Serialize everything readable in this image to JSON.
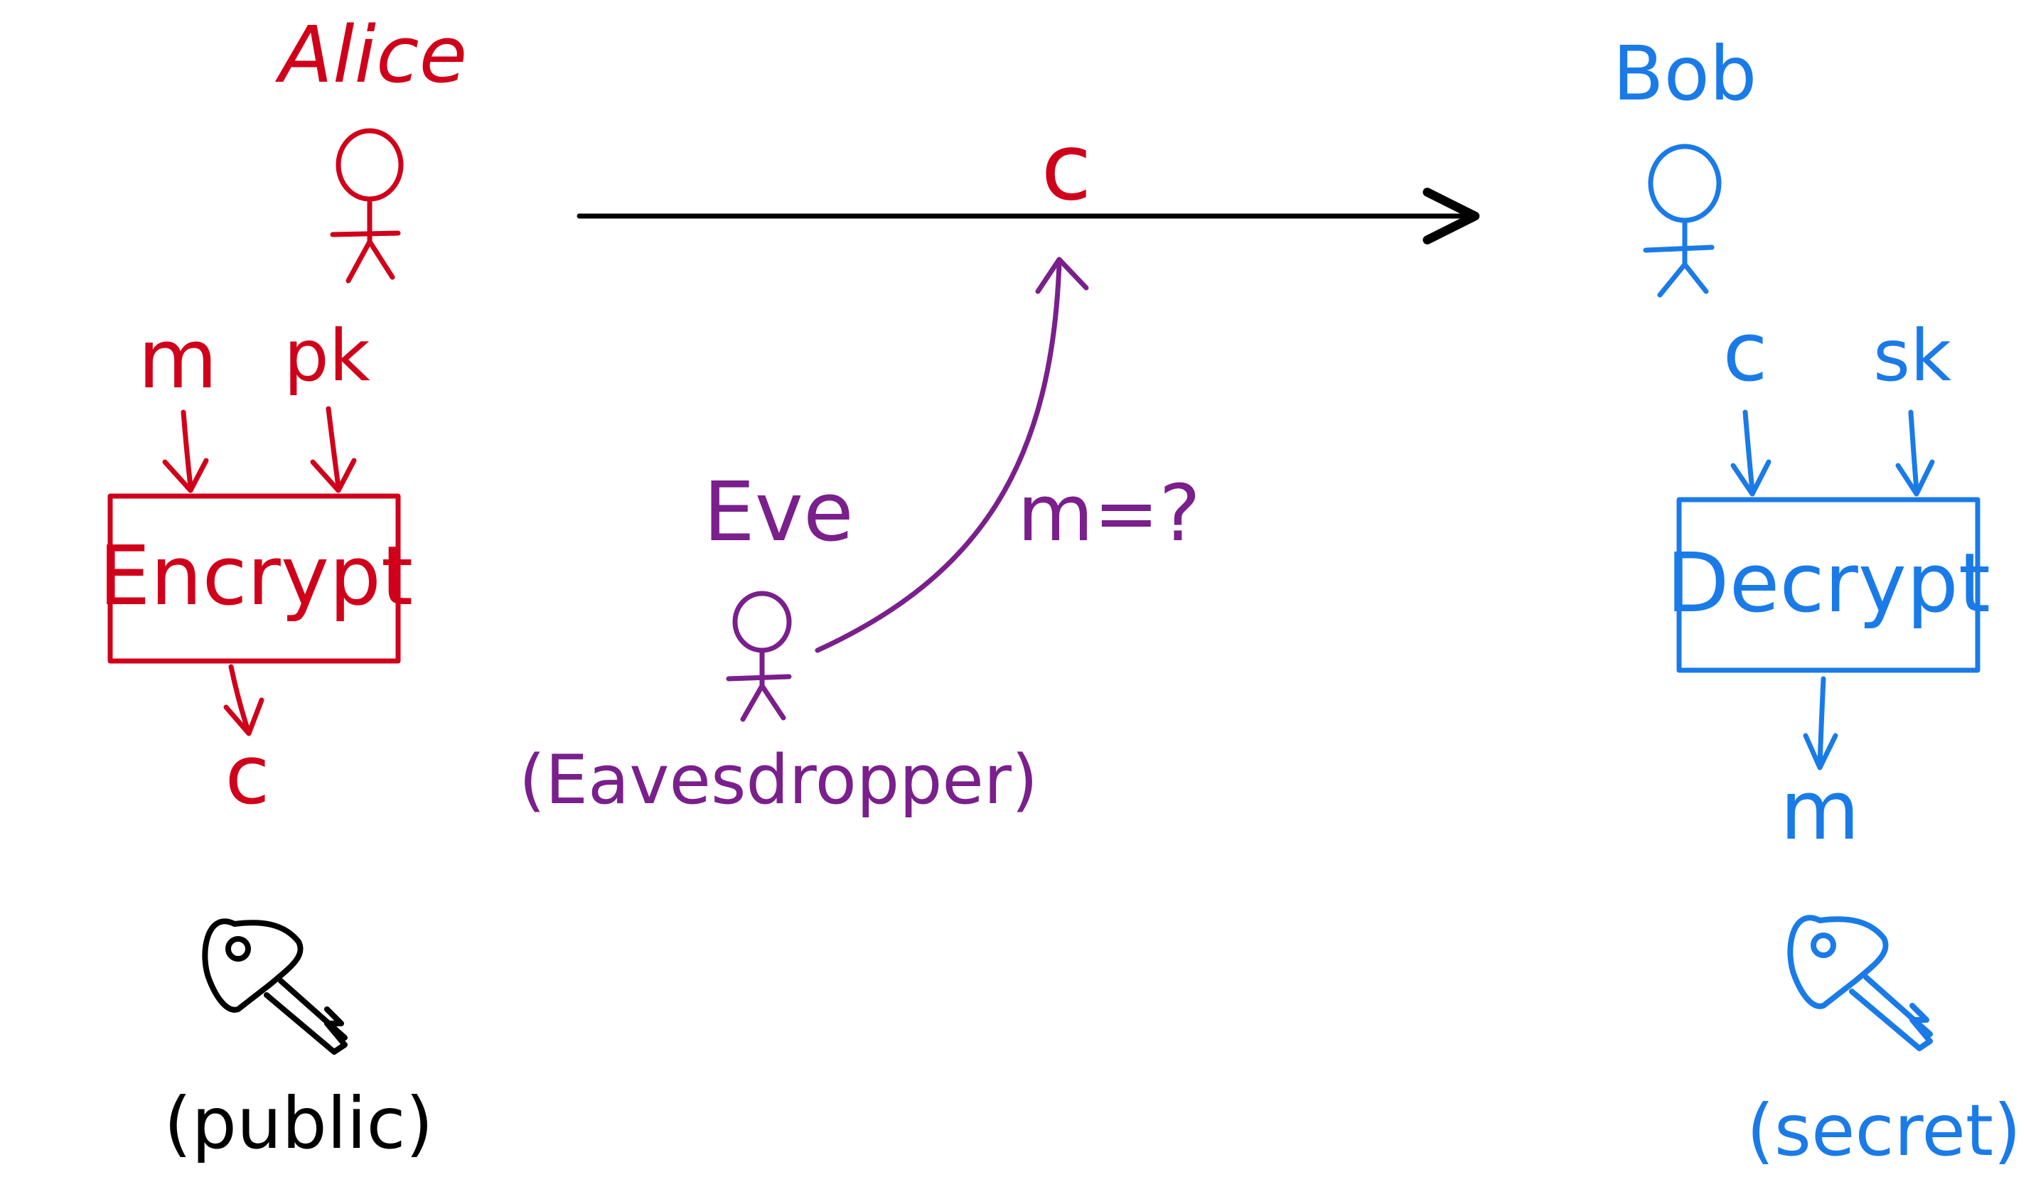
{
  "colors": {
    "alice": "#d0001a",
    "bob": "#1a7be8",
    "eve": "#7a1f8c",
    "neutral": "#000000",
    "background": "#ffffff"
  },
  "alice": {
    "name": "Alice",
    "input_message": "m",
    "input_key": "pk",
    "box_label": "Encrypt",
    "output": "c",
    "key_label": "(public)",
    "key_icon": "key-icon"
  },
  "bob": {
    "name": "Bob",
    "input_cipher": "c",
    "input_key": "sk",
    "box_label": "Decrypt",
    "output": "m",
    "key_label": "(secret)",
    "key_icon": "key-icon"
  },
  "eve": {
    "name": "Eve",
    "role": "(Eavesdropper)",
    "question": "m=?"
  },
  "channel": {
    "label": "c"
  }
}
